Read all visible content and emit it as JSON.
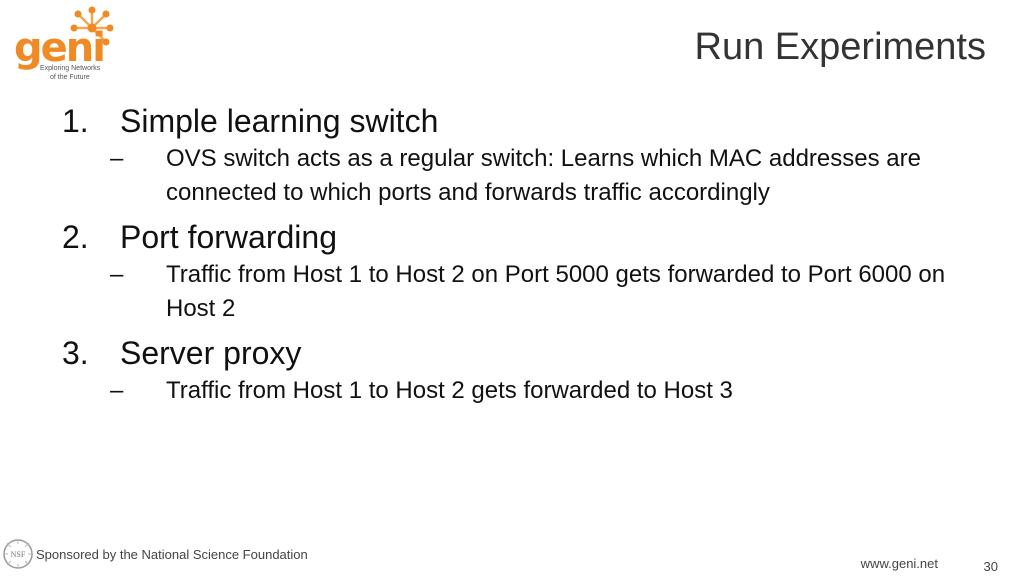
{
  "logo": {
    "wordmark": "geni",
    "tagline_line1": "Exploring Networks",
    "tagline_line2": "of the Future",
    "colors": {
      "orange": "#f08a24",
      "orange_light": "#f5a656"
    }
  },
  "slide": {
    "title": "Run Experiments",
    "items": [
      {
        "number": "1.",
        "heading": "Simple learning switch",
        "sub": [
          {
            "dash": "–",
            "text": "OVS switch acts as a regular switch: Learns which MAC addresses are connected to which ports and forwards traffic accordingly"
          }
        ]
      },
      {
        "number": "2.",
        "heading": "Port forwarding",
        "sub": [
          {
            "dash": "–",
            "text": "Traffic from Host 1 to Host 2 on Port 5000 gets forwarded to Port 6000 on Host 2"
          }
        ]
      },
      {
        "number": "3.",
        "heading": "Server proxy",
        "sub": [
          {
            "dash": "–",
            "text": "Traffic from Host 1 to Host 2 gets forwarded to Host 3"
          }
        ]
      }
    ]
  },
  "footer": {
    "nsf_logo_text": "NSF",
    "sponsor": "Sponsored by the National Science Foundation",
    "site": "www.geni.net",
    "page_number": "30"
  }
}
